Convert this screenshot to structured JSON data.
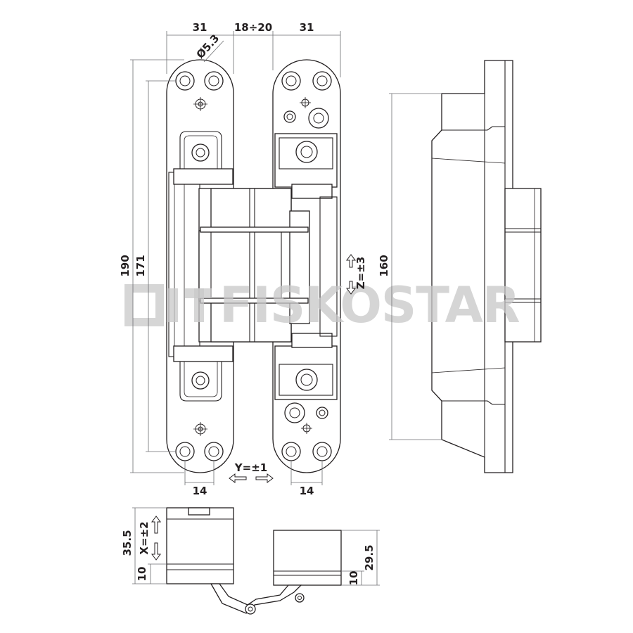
{
  "watermark": {
    "brand": "FISKOSTAR"
  },
  "front_view": {
    "dimensions": {
      "top_left_width": "31",
      "gap": "18÷20",
      "top_right_width": "31",
      "hole_diameter": "Ø5.3",
      "overall_height": "190",
      "hole_spacing": "171",
      "bottom_left_spacing": "14",
      "bottom_right_spacing": "14"
    },
    "adjustments": {
      "vertical": "Z=±3",
      "lateral": "Y=±1"
    }
  },
  "side_view": {
    "dimensions": {
      "body_length": "160"
    }
  },
  "top_view": {
    "dimensions": {
      "left_depth": "35.5",
      "left_base": "10",
      "right_depth": "29.5",
      "right_base": "10"
    },
    "adjustments": {
      "depth": "X=±2"
    }
  }
}
